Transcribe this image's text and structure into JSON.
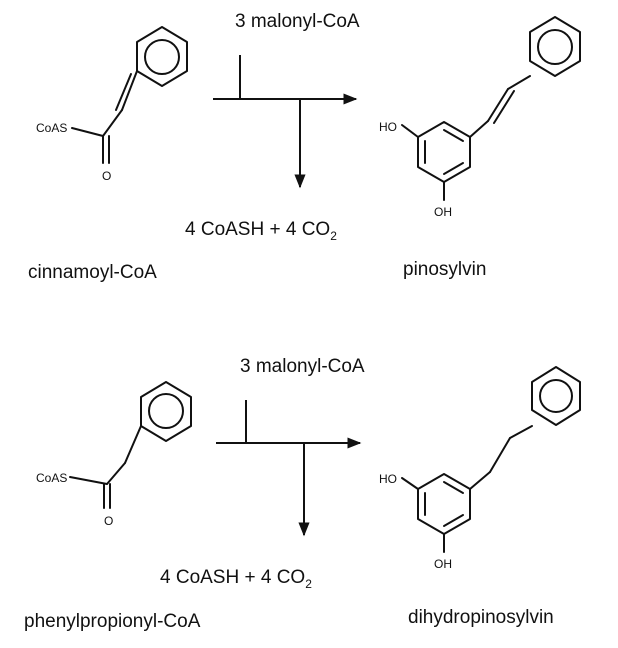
{
  "reactions": [
    {
      "reagent": "3 malonyl-CoA",
      "byproducts": "4 CoASH + 4 CO",
      "byproducts_subscript": "2",
      "substrate_name": "cinnamoyl-CoA",
      "product_name": "pinosylvin",
      "substrate_atoms": {
        "coas": "CoAS",
        "oxygen": "O"
      },
      "product_atoms": {
        "oh_top": "HO",
        "oh_bottom": "OH"
      }
    },
    {
      "reagent": "3 malonyl-CoA",
      "byproducts": "4 CoASH + 4 CO",
      "byproducts_subscript": "2",
      "substrate_name": "phenylpropionyl-CoA",
      "product_name": "dihydropinosylvin",
      "substrate_atoms": {
        "coas": "CoAS",
        "oxygen": "O"
      },
      "product_atoms": {
        "oh_top": "HO",
        "oh_bottom": "OH"
      }
    }
  ]
}
